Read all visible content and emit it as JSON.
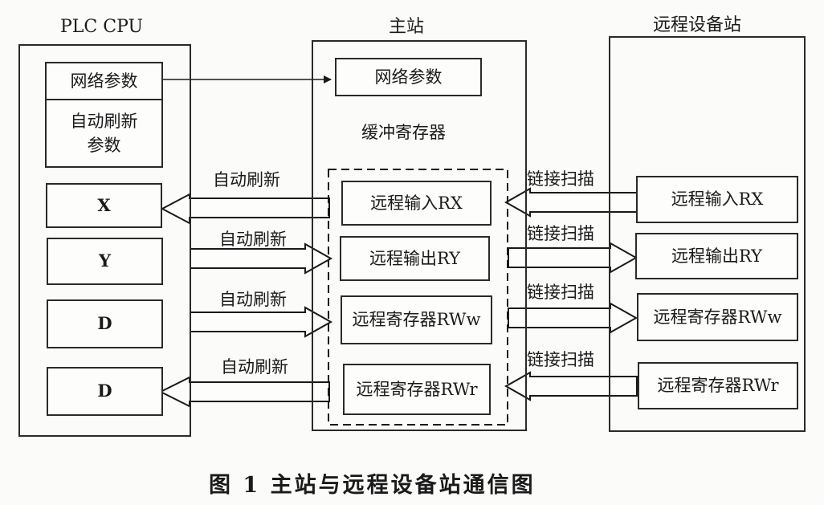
{
  "plc": {
    "title": "PLC CPU",
    "net_param": "网络参数",
    "auto_refresh_param_l1": "自动刷新",
    "auto_refresh_param_l2": "参数",
    "x": "X",
    "y": "Y",
    "d1": "D",
    "d2": "D"
  },
  "master": {
    "title": "主站",
    "net_param": "网络参数",
    "buffer_label": "缓冲寄存器",
    "rx": "远程输入RX",
    "ry": "远程输出RY",
    "rww": "远程寄存器RWw",
    "rwr": "远程寄存器RWr"
  },
  "remote": {
    "title": "远程设备站",
    "rx": "远程输入RX",
    "ry": "远程输出RY",
    "rww": "远程寄存器RWw",
    "rwr": "远程寄存器RWr"
  },
  "arrows": {
    "auto_refresh_1": "自动刷新",
    "auto_refresh_2": "自动刷新",
    "auto_refresh_3": "自动刷新",
    "auto_refresh_4": "自动刷新",
    "link_scan_1": "链接扫描",
    "link_scan_2": "链接扫描",
    "link_scan_3": "链接扫描",
    "link_scan_4": "链接扫描"
  },
  "caption": "图 1   主站与远程设备站通信图"
}
